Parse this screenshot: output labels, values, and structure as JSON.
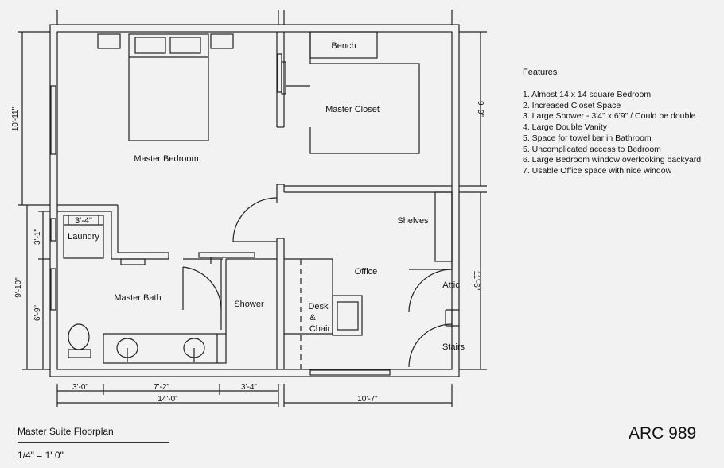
{
  "rooms": {
    "bench": "Bench",
    "master_closet": "Master Closet",
    "master_bedroom": "Master Bedroom",
    "laundry": "Laundry",
    "laundry_width": "3'-4\"",
    "master_bath": "Master Bath",
    "shower": "Shower",
    "shelves": "Shelves",
    "office": "Office",
    "attic": "Attic",
    "stairs": "Stairs",
    "desk_line1": "Desk",
    "desk_line2": "&",
    "desk_line3": "Chair"
  },
  "dimensions": {
    "left_upper": "10'-11\"",
    "left_outer_lower": "9'-10\"",
    "left_inner_a": "3'-1\"",
    "left_inner_b": "6'-9\"",
    "right_upper": "9'-9\"",
    "right_lower": "11'-6\"",
    "bottom_a": "3'-0\"",
    "bottom_b": "7'-2\"",
    "bottom_c": "3'-4\"",
    "bottom_total": "14'-0\"",
    "bottom_right": "10'-7\""
  },
  "features": {
    "title": "Features",
    "items": [
      "1. Almost 14 x 14 square Bedroom",
      "2. Increased Closet Space",
      "3. Large Shower - 3'4\" x 6'9\" / Could be double",
      "4. Large Double Vanity",
      "5. Space for towel bar in Bathroom",
      "5. Uncomplicated access to Bedroom",
      "6. Large Bedroom window overlooking backyard",
      "7. Usable Office space with nice window"
    ]
  },
  "caption": {
    "title": "Master Suite Floorplan",
    "scale": "1/4\" = 1' 0\""
  },
  "drawing_code": "ARC 989"
}
